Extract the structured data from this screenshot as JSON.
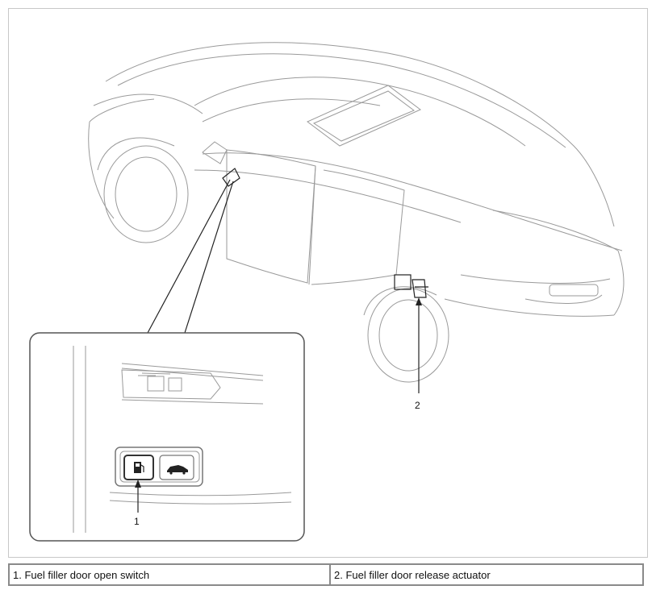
{
  "callouts": {
    "one": "1",
    "two": "2"
  },
  "legend": {
    "item1": "1. Fuel filler door open switch",
    "item2": "2. Fuel filler door release actuator"
  },
  "icons": {
    "fuel_switch": "fuel-pump-icon",
    "trunk_switch": "car-trunk-icon"
  }
}
